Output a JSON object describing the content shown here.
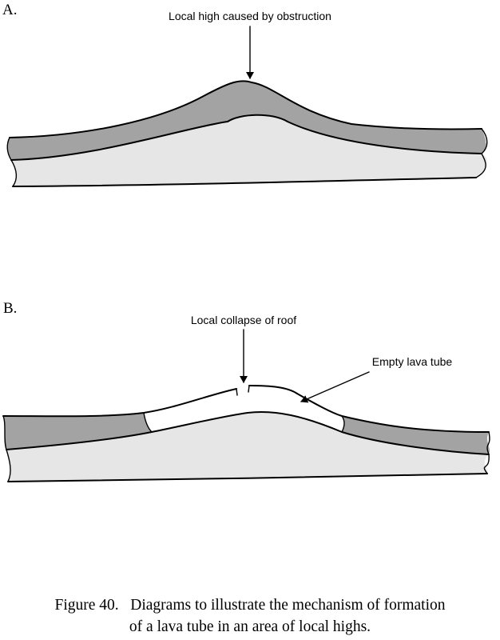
{
  "panel_a": {
    "label": "A.",
    "annotation": "Local high caused by obstruction"
  },
  "panel_b": {
    "label": "B.",
    "annotation_collapse": "Local collapse of roof",
    "annotation_tube": "Empty lava tube"
  },
  "caption": {
    "line1": "Figure 40.   Diagrams to illustrate the mechanism of formation",
    "line2": "of a lava tube in an area of local highs."
  },
  "colors": {
    "upper_layer": "#a3a3a3",
    "lower_layer": "#e6e6e6",
    "tube": "#ffffff",
    "outline": "#000000"
  }
}
